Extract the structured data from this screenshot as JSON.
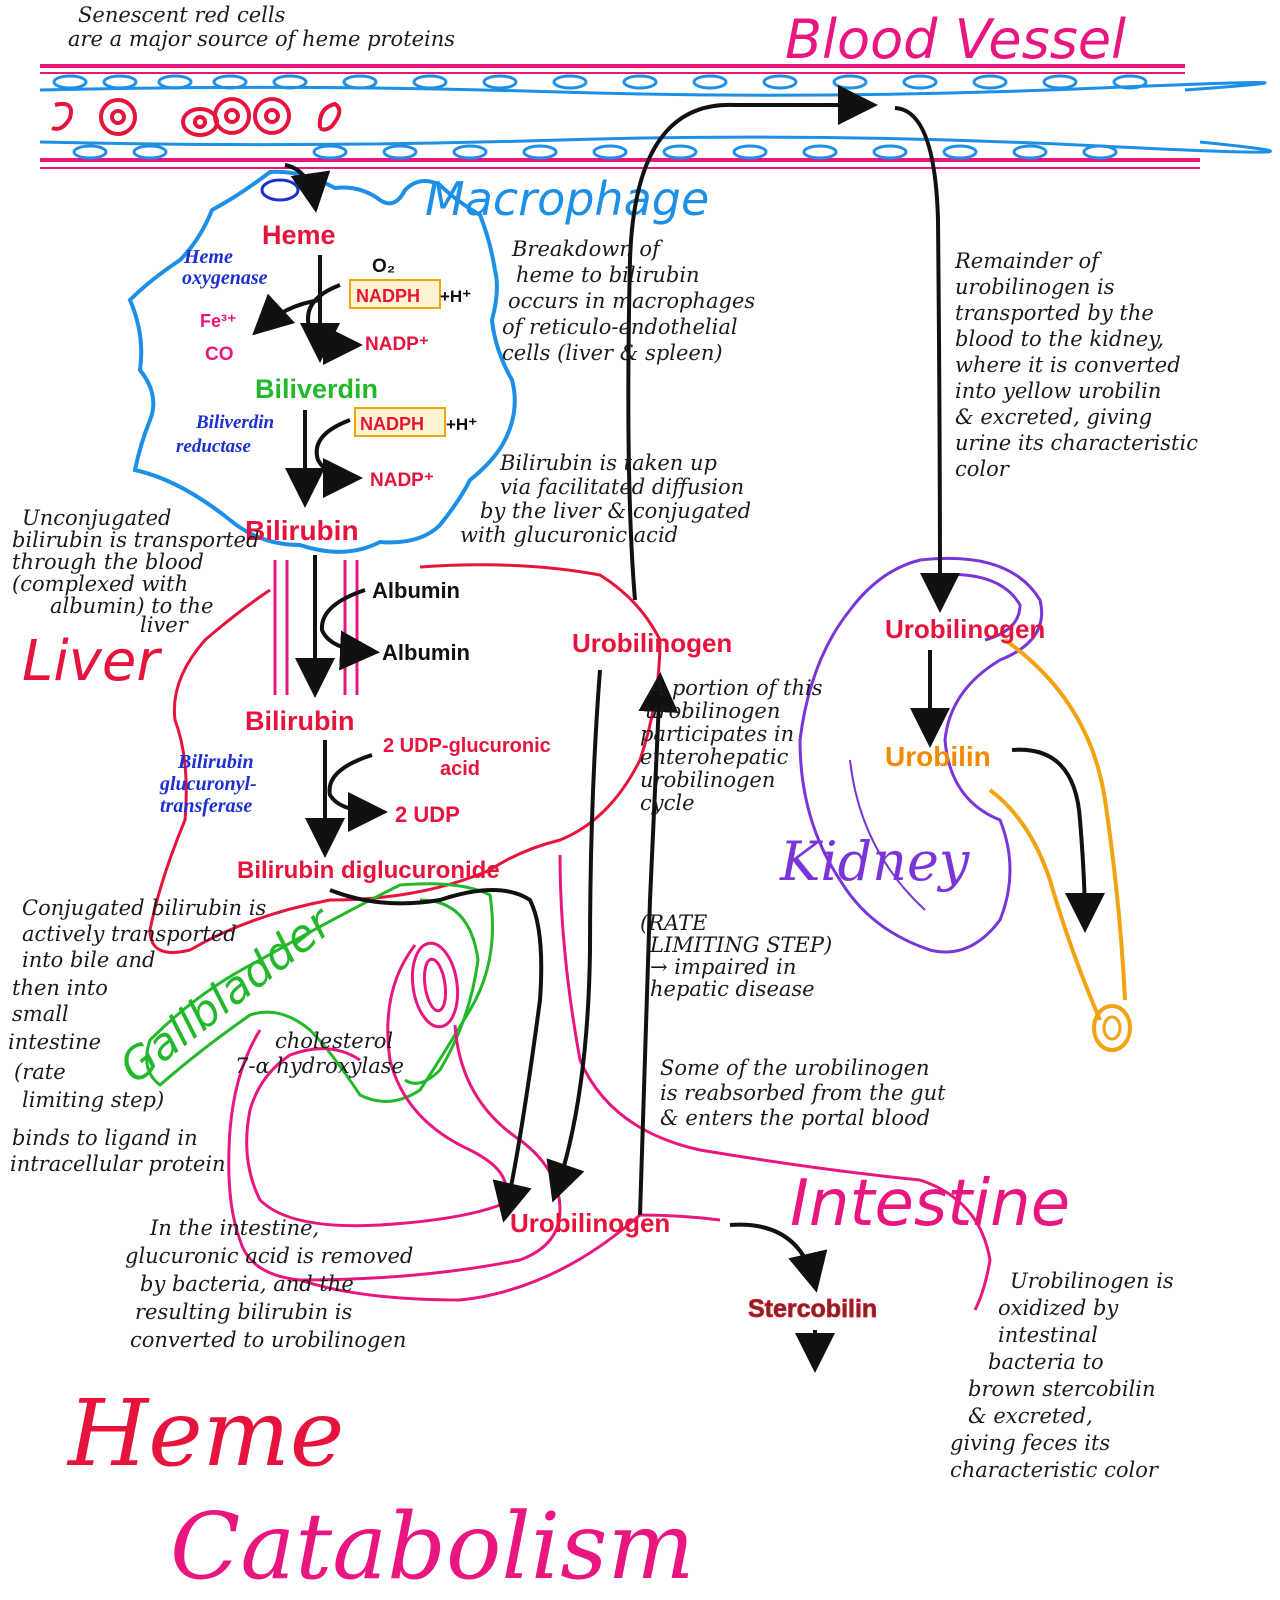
{
  "title": {
    "line1": "Heme",
    "line2": "Catabolism"
  },
  "regions": {
    "blood_vessel": "Blood Vessel",
    "macrophage": "Macrophage",
    "liver": "Liver",
    "gallbladder": "Gallbladder",
    "intestine": "Intestine",
    "kidney": "Kidney"
  },
  "pathway": {
    "heme": "Heme",
    "heme_oxygenase": [
      "Heme",
      "oxygenase"
    ],
    "o2": "O₂",
    "nadph_1": "NADPH",
    "h_plus_1": "+H⁺",
    "nadp_1": "NADP⁺",
    "fe3": "Fe³⁺",
    "co": "CO",
    "biliverdin": "Biliverdin",
    "biliverdin_reductase": [
      "Biliverdin",
      "reductase"
    ],
    "nadph_2": "NADPH",
    "h_plus_2": "+H⁺",
    "nadp_2": "NADP⁺",
    "bilirubin_1": "Bilirubin",
    "albumin_1": "Albumin",
    "albumin_2": "Albumin",
    "bilirubin_2": "Bilirubin",
    "glucuronyltransferase": [
      "Bilirubin",
      "glucuronyl-",
      "transferase"
    ],
    "udp_glucuronic": [
      "2 UDP-glucuronic",
      "acid"
    ],
    "udp": "2 UDP",
    "diglucuronide": "Bilirubin diglucuronide",
    "urobilinogen_liver": "Urobilinogen",
    "urobilinogen_intestine": "Urobilinogen",
    "urobilinogen_kidney": "Urobilinogen",
    "urobilin": "Urobilin",
    "stercobilin": "Stercobilin"
  },
  "notes": {
    "senescent": [
      "Senescent red cells",
      "are a major source of heme proteins"
    ],
    "breakdown": [
      "Breakdown of",
      "heme to bilirubin",
      "occurs in macrophages",
      "of reticulo-endothelial",
      "cells (liver & spleen)"
    ],
    "uptake": [
      "Bilirubin is taken up",
      "via facilitated diffusion",
      "by the liver & conjugated",
      "with glucuronic acid"
    ],
    "unconjugated": [
      "Unconjugated",
      "bilirubin is transported",
      "through the blood",
      "(complexed with",
      "albumin) to the",
      "liver"
    ],
    "remainder": [
      "Remainder of",
      "urobilinogen is",
      "transported by the",
      "blood to the kidney,",
      "where it is converted",
      "into yellow urobilin",
      "& excreted, giving",
      "urine its characteristic",
      "color"
    ],
    "portion": [
      "A portion of this",
      "urobilinogen",
      "participates in",
      "enterohepatic",
      "urobilinogen",
      "cycle"
    ],
    "conjugated": [
      "Conjugated bilirubin is",
      "actively transported",
      "into bile and",
      "then into",
      "small",
      "intestine",
      "(rate",
      "limiting step)",
      "binds to ligand in",
      "intracellular protein"
    ],
    "rate_limiting": [
      "(RATE",
      "LIMITING STEP)",
      "→ impaired in",
      "hepatic disease"
    ],
    "cholesterol": [
      "cholesterol",
      "7-α hydroxylase"
    ],
    "reabsorbed": [
      "Some of the urobilinogen",
      "is reabsorbed from the gut",
      "& enters the portal blood"
    ],
    "intestine_bacteria": [
      "In the intestine,",
      "glucuronic acid is removed",
      "by bacteria, and the",
      "resulting bilirubin is",
      "converted to urobilinogen"
    ],
    "oxidized": [
      "Urobilinogen is",
      "oxidized by",
      "intestinal",
      "bacteria to",
      "brown stercobilin",
      "& excreted,",
      "giving feces its",
      "characteristic color"
    ]
  },
  "colors": {
    "pink": "#e8167e",
    "red": "#e6143c",
    "blue": "#1d8fe6",
    "green": "#22b82a",
    "orange": "#f2a312",
    "purple": "#7a35d8",
    "navy": "#1d2fd0"
  }
}
